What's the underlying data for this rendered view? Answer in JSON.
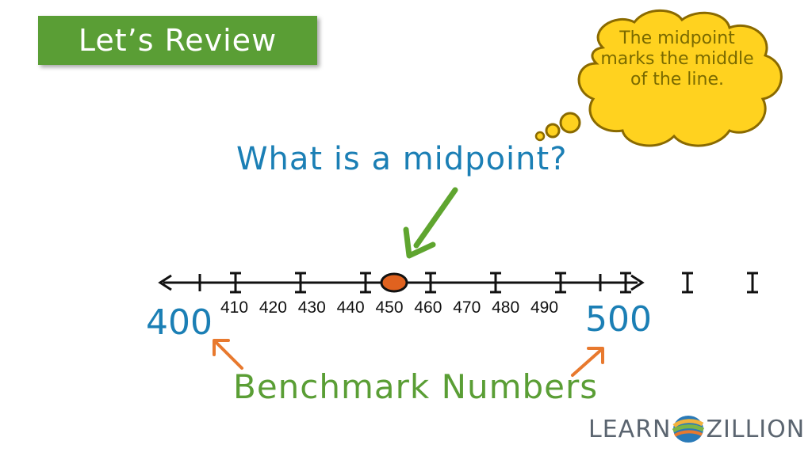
{
  "banner": {
    "title": "Let’s Review"
  },
  "thought_bubble": {
    "text": "The midpoint marks the middle of the line."
  },
  "question": "What is a midpoint?",
  "number_line": {
    "tick_labels_text": "410 420 430 440 450 460 470 480 490",
    "benchmark_left": "400",
    "benchmark_right": "500",
    "midpoint_value": 450
  },
  "benchmark_caption": "Benchmark Numbers",
  "logo": {
    "left": "LEARN",
    "right": "ZILLION"
  },
  "colors": {
    "banner_green": "#5a9e35",
    "question_blue": "#1b7fb5",
    "bubble_yellow": "#ffd21f",
    "arrow_green": "#5fa52f",
    "arrow_orange": "#e8792e",
    "midpoint_orange": "#e0621f"
  }
}
